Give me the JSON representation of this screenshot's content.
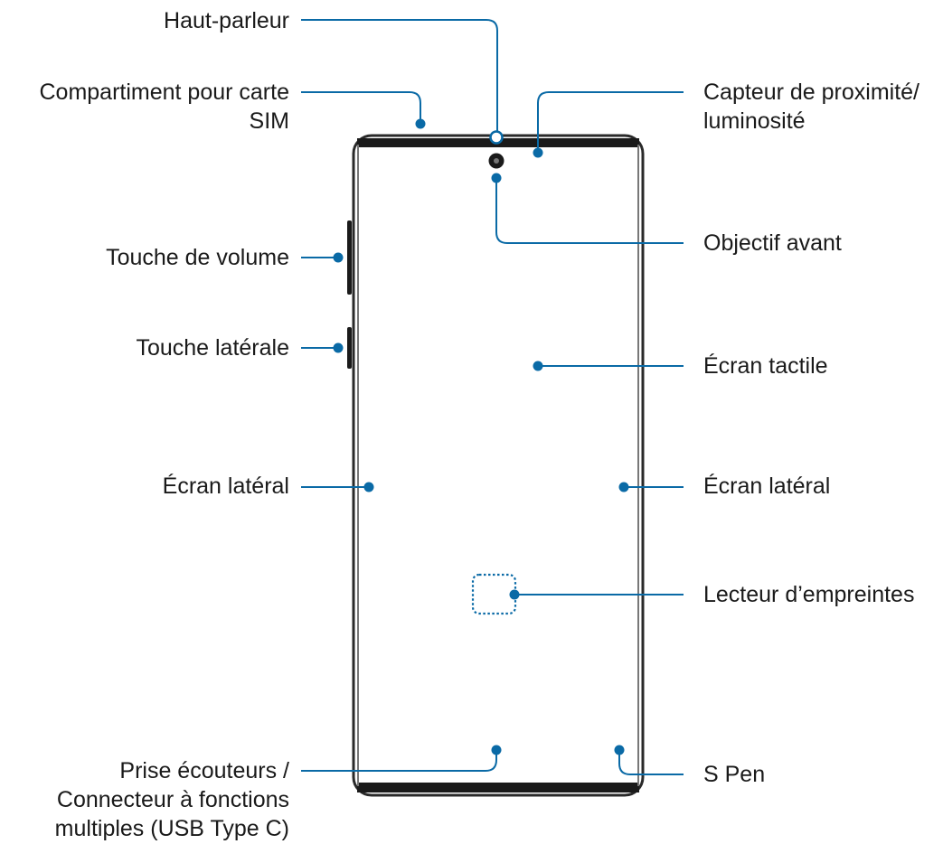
{
  "labels": {
    "speaker": "Haut-parleur",
    "sim_tray_line1": "Compartiment pour carte",
    "sim_tray_line2": "SIM",
    "proximity_line1": "Capteur de proximité/",
    "proximity_line2": "luminosité",
    "front_camera": "Objectif avant",
    "volume_key": "Touche de volume",
    "side_key": "Touche latérale",
    "touchscreen": "Écran tactile",
    "edge_screen_left": "Écran latéral",
    "edge_screen_right": "Écran latéral",
    "fingerprint": "Lecteur d’empreintes",
    "jack_line1": "Prise écouteurs /",
    "jack_line2": "Connecteur à fonctions",
    "jack_line3": "multiples (USB Type C)",
    "spen": "S Pen"
  },
  "colors": {
    "accent": "#0a6aa6",
    "phone_frame": "#1a1a1a",
    "text": "#1a1a1a"
  }
}
